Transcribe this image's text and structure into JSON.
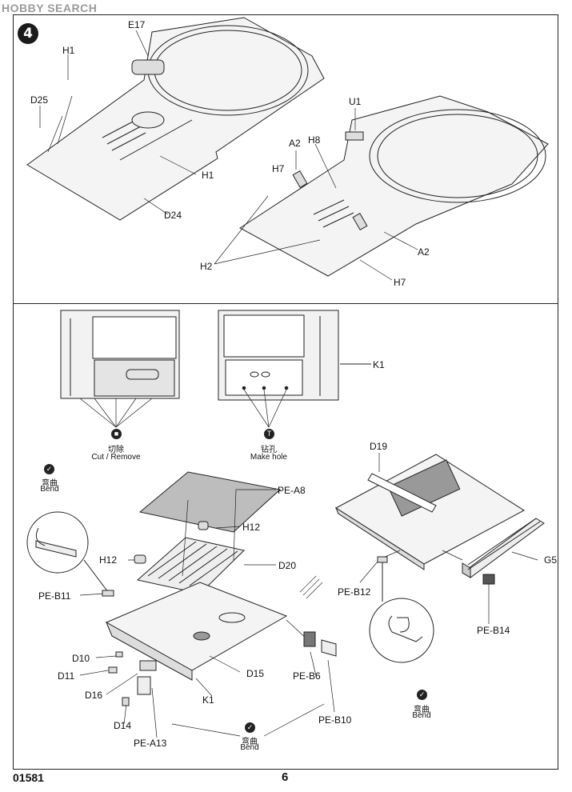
{
  "watermark": "HOBBY SEARCH",
  "step_number": "4",
  "footer": {
    "code": "01581",
    "page": "6"
  },
  "labels": {
    "e17": "E17",
    "h1_top": "H1",
    "d25": "D25",
    "h1_right": "H1",
    "d24": "D24",
    "u1": "U1",
    "a2_top": "A2",
    "h8": "H8",
    "h7_top": "H7",
    "a2_right": "A2",
    "h2": "H2",
    "h7_bottom": "H7",
    "k1_top": "K1",
    "d19": "D19",
    "pe_a8": "PE-A8",
    "h12_right": "H12",
    "h12_left": "H12",
    "d20": "D20",
    "g5": "G5",
    "pe_b11": "PE-B11",
    "pe_b12": "PE-B12",
    "pe_b14": "PE-B14",
    "d10": "D10",
    "d11": "D11",
    "d15": "D15",
    "pe_b6": "PE-B6",
    "d16": "D16",
    "k1_bottom": "K1",
    "d14": "D14",
    "pe_b10": "PE-B10",
    "pe_a13": "PE-A13"
  },
  "instructions": {
    "cut_cn": "切除",
    "cut_en": "Cut / Remove",
    "hole_cn": "钻孔",
    "hole_en": "Make hole",
    "bend1_cn": "弯曲",
    "bend1_en": "Bend",
    "bend2_cn": "弯曲",
    "bend2_en": "Bend",
    "bend3_cn": "弯曲",
    "bend3_en": "Bend"
  },
  "icons": {
    "cut": "cut-icon",
    "hole": "drill-icon",
    "bend": "bend-icon"
  }
}
